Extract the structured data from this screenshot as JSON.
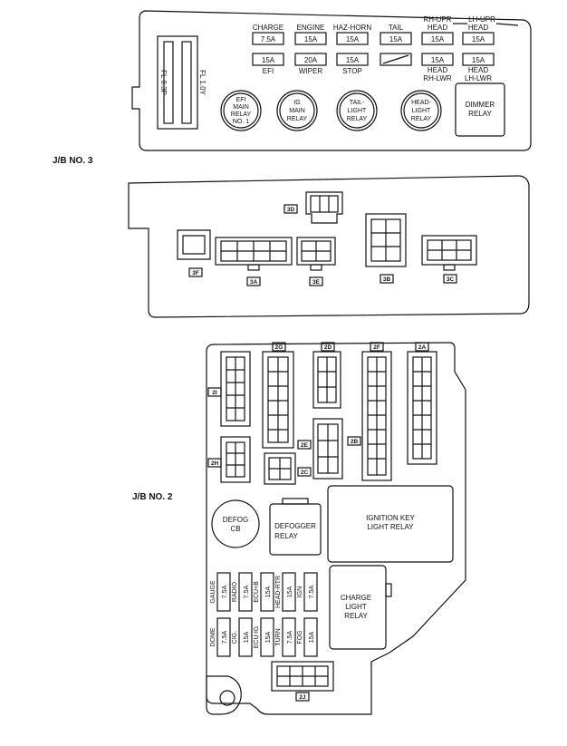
{
  "jb3": {
    "title": "J/B NO. 3",
    "fuse_top": {
      "charge": {
        "label": "CHARGE",
        "rating": "7.5A"
      },
      "engine": {
        "label": "ENGINE",
        "rating": "15A"
      },
      "haz": {
        "label": "HAZ-HORN",
        "rating": "15A"
      },
      "tail": {
        "label": "TAIL",
        "rating": "15A"
      },
      "rhupr": {
        "label1": "RH-UPR",
        "label2": "HEAD",
        "rating": "15A"
      },
      "lhupr": {
        "label1": "LH-UPR",
        "label2": "HEAD",
        "rating": "15A"
      }
    },
    "fuse_bot": {
      "efi": {
        "label": "EFI",
        "rating": "15A"
      },
      "wiper": {
        "label": "WIPER",
        "rating": "20A"
      },
      "stop": {
        "label": "STOP",
        "rating": "15A"
      },
      "rhlwr": {
        "label1": "HEAD",
        "label2": "RH-LWR",
        "rating": "15A"
      },
      "lhlwr": {
        "label1": "HEAD",
        "label2": "LH-LWR",
        "rating": "15A"
      }
    },
    "fusible_links": [
      "FL 0.3P",
      "FL 1.0Y"
    ],
    "relays": {
      "efi": [
        "EFI",
        "MAIN",
        "RELAY",
        "NO. 1"
      ],
      "ig": [
        "IG",
        "MAIN",
        "RELAY"
      ],
      "tail": [
        "TAIL-",
        "LIGHT",
        "RELAY"
      ],
      "head": [
        "HEAD-",
        "LIGHT",
        "RELAY"
      ],
      "dimmer": [
        "DIMMER",
        "RELAY"
      ]
    },
    "connectors": [
      "3A",
      "3B",
      "3C",
      "3D",
      "3E",
      "3F"
    ]
  },
  "jb2": {
    "title": "J/B NO. 2",
    "connectors": [
      "2A",
      "2B",
      "2C",
      "2D",
      "2E",
      "2F",
      "2G",
      "2H",
      "2I",
      "2J"
    ],
    "defog_cb": [
      "DEFOG",
      "CB"
    ],
    "defogger_relay": [
      "DEFOGGER",
      "RELAY"
    ],
    "ignition_relay": [
      "IGNITION KEY",
      "LIGHT RELAY"
    ],
    "charge_relay": [
      "CHARGE",
      "LIGHT",
      "RELAY"
    ],
    "fuses_upper": [
      {
        "label": "GAUGE",
        "rating": "7.5A"
      },
      {
        "label": "RADIO",
        "rating": "7.5A"
      },
      {
        "label": "ECU+B",
        "rating": "15A"
      },
      {
        "label": "HEAD-RTR",
        "rating": "15A"
      },
      {
        "label": "IGN",
        "rating": "7.5A"
      }
    ],
    "fuses_lower": [
      {
        "label": "DOME",
        "rating": "7.5A"
      },
      {
        "label": "CIG.",
        "rating": "15A"
      },
      {
        "label": "ECU-IG",
        "rating": "15A"
      },
      {
        "label": "TURN",
        "rating": "7.5A"
      },
      {
        "label": "FOG",
        "rating": "15A"
      }
    ]
  }
}
